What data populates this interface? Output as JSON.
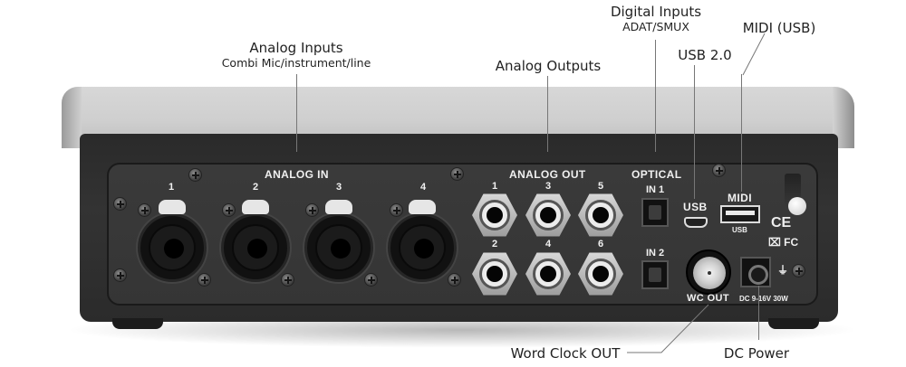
{
  "callouts": {
    "analog_inputs": {
      "title": "Analog Inputs",
      "subtitle": "Combi Mic/instrument/line"
    },
    "analog_outputs": {
      "title": "Analog Outputs"
    },
    "digital_inputs": {
      "title": "Digital Inputs",
      "subtitle": "ADAT/SMUX"
    },
    "usb": {
      "title": "USB 2.0"
    },
    "midi": {
      "title": "MIDI (USB)"
    },
    "word_clock": {
      "title": "Word Clock OUT"
    },
    "dc_power": {
      "title": "DC Power"
    }
  },
  "panel": {
    "analog_in": {
      "label": "ANALOG IN",
      "channels": [
        "1",
        "2",
        "3",
        "4"
      ]
    },
    "analog_out": {
      "label": "ANALOG OUT",
      "channels_top": [
        "1",
        "3",
        "5"
      ],
      "channels_bottom": [
        "2",
        "4",
        "6"
      ]
    },
    "optical": {
      "label": "OPTICAL",
      "in1": "IN 1",
      "in2": "IN 2"
    },
    "usb_label": "USB",
    "midi": {
      "label": "MIDI",
      "sub": "USB"
    },
    "wc_out": "WC OUT",
    "dc_label": "DC 9-16V 30W",
    "ce": "CE",
    "fcc": "⌧ FC"
  }
}
